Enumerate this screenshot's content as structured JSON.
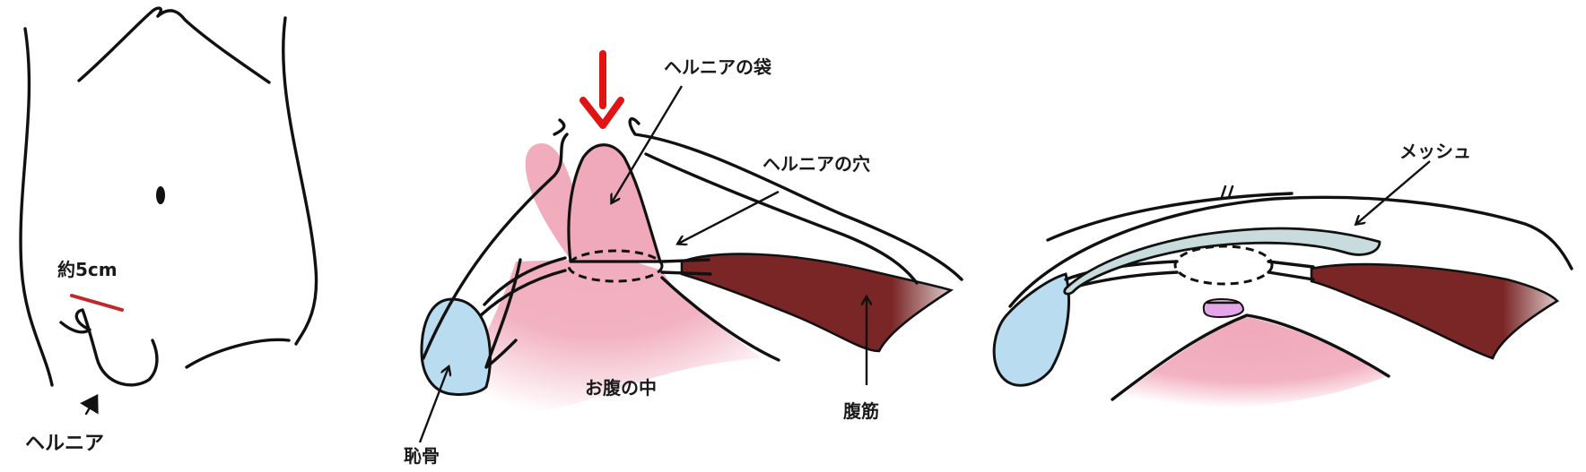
{
  "panel1": {
    "incision_label": "約5cm",
    "hernia_label": "ヘルニア"
  },
  "panel2": {
    "sac_label": "ヘルニアの袋",
    "hole_label": "ヘルニアの穴",
    "abdomen_label": "お腹の中",
    "pubis_label": "恥骨",
    "muscle_label": "腹筋"
  },
  "panel3": {
    "mesh_label": "メッシュ"
  },
  "colors": {
    "line": "#111111",
    "incision": "#c0282b",
    "arrow_red": "#e01414",
    "peritoneum_pink": "#f0a9ba",
    "bone_blue": "#b9dcf0",
    "muscle": "#7a2626",
    "mesh": "#c8dcde",
    "knot_purple": "#e4a6e8"
  }
}
